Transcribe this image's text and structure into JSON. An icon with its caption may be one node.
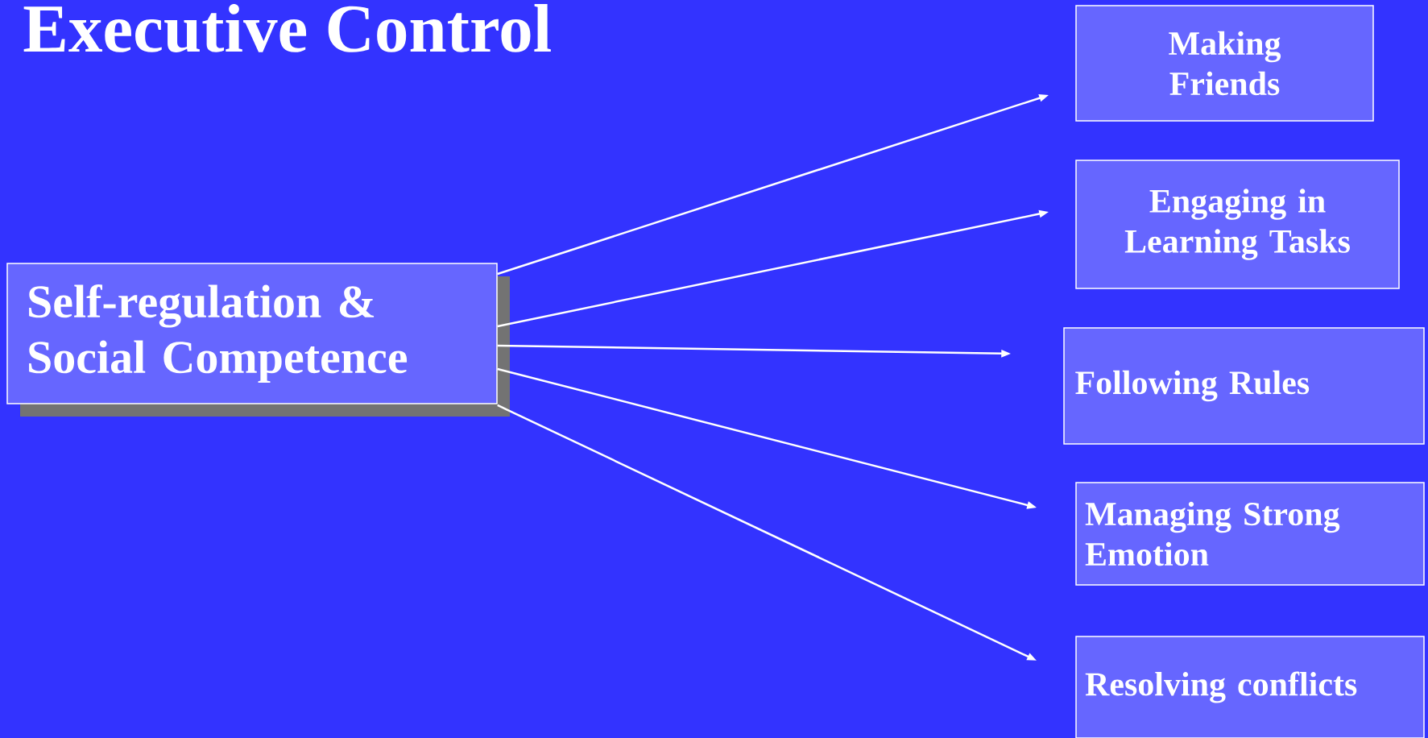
{
  "diagram": {
    "title": "Executive Control",
    "nodes": [
      {
        "text": [
          "Self-regulation & Social Competence"
        ]
      },
      {
        "text": [
          "Making Friends"
        ]
      },
      {
        "text": [
          "Engaging in Learning Tasks"
        ]
      },
      {
        "text": [
          "Following Rules"
        ]
      },
      {
        "text": [
          "Managing  Strong Emotion"
        ]
      },
      {
        "text": [
          "Resolving conflicts"
        ]
      }
    ],
    "edges": [
      {
        "from": 0,
        "to": 1,
        "arrow": "to"
      },
      {
        "from": 0,
        "to": 2,
        "arrow": "to"
      },
      {
        "from": 0,
        "to": 3,
        "arrow": "to"
      },
      {
        "from": 0,
        "to": 4,
        "arrow": "to"
      },
      {
        "from": 0,
        "to": 5,
        "arrow": "to"
      }
    ]
  }
}
